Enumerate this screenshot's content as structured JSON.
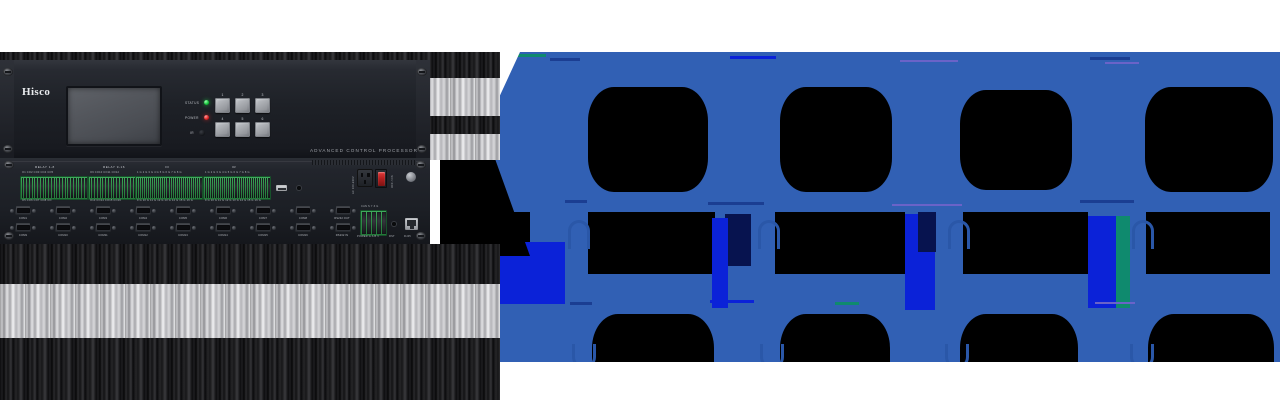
{
  "scene": {
    "kind": "product-photo-with-corrupted-region",
    "background_color": "#ffffff"
  },
  "device": {
    "brand": "Hisco",
    "model_text": "ADVANCED CONTROL PROCESSOR",
    "front": {
      "display_name": "lcd-screen",
      "indicators": [
        {
          "label": "STATUS",
          "color": "#16c93c",
          "state": "on"
        },
        {
          "label": "POWER",
          "color": "#e02424",
          "state": "on"
        },
        {
          "label": "IR",
          "color": "#131519",
          "state": "sensor"
        }
      ],
      "buttons": [
        "1",
        "2",
        "3",
        "4",
        "5",
        "6"
      ]
    },
    "rear": {
      "terminal_blocks": [
        {
          "caption": "RELAY 1-8",
          "top_pins": "O1 CO2 CO3 CO4 CO5",
          "bottom_pins": "O5 CO6 CO7 CO8 CO",
          "pin_count": 24
        },
        {
          "caption": "RELAY 9-16",
          "top_pins": "O9 CO10 CO11 CO12",
          "bottom_pins": "O13 CO14 CO15 CO16",
          "pin_count": 24
        },
        {
          "caption": "IO",
          "top_pins": "1 G 2 G 3 G 4 G 5 G 6 G 7 G 8 G",
          "bottom_pins": "9 G 10 G 11 G 12 G 13 G 14 G 15 G 16 G",
          "pin_count": 32
        },
        {
          "caption": "IR",
          "top_pins": "1 G 2 G 3 G 4 G 5 G 6 G 7 G 8 G",
          "bottom_pins": "9 G 10 G 11 G 12 G 13 G 14 G 15 G 16 G",
          "pin_count": 32
        }
      ],
      "serial_ports_top": [
        "COM1",
        "COM2",
        "COM3",
        "COM4",
        "COM5",
        "COM6",
        "COM7",
        "COM8",
        "RS232 OUT"
      ],
      "serial_ports_bottom": [
        "COM9",
        "COM10",
        "COM11",
        "COM12",
        "COM13",
        "COM14",
        "COM15",
        "COM16",
        "RS232 IN"
      ],
      "usb_label": "usb-a-port",
      "can_label": "CAN  S  Y  Z  G",
      "power_terminal_label": "POWER  G  A  B  V",
      "reset_label": "RST",
      "network_label": "RJ45",
      "ac_label": "AC 100-240V",
      "power_switch_label": "OFF / ON",
      "power_switch_state": "on"
    }
  },
  "corrupted_region": {
    "description": "decoder-artifact block region",
    "primary_color": "#3160b4",
    "block_color": "#000000",
    "accent_colors": [
      "#0b22d8",
      "#07134f",
      "#0f8a6e",
      "#6a63c8",
      "#1b3e92"
    ],
    "rows": 3,
    "blocks_per_row": 4
  }
}
